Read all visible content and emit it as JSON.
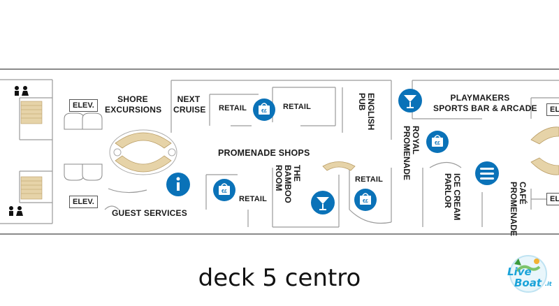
{
  "map": {
    "caption": "deck 5 centro",
    "accent_color": "#0a72b8",
    "labels": {
      "elev_upper": "ELEV.",
      "elev_lower": "ELEV.",
      "elev_right_upper": "EL",
      "elev_right_lower": "EL",
      "shore_excursions_1": "SHORE",
      "shore_excursions_2": "EXCURSIONS",
      "next_cruise_1": "NEXT",
      "next_cruise_2": "CRUISE",
      "retail_1": "RETAIL",
      "retail_2": "RETAIL",
      "retail_3": "RETAIL",
      "retail_4": "RETAIL",
      "english_pub": "ENGLISH PUB",
      "playmakers_1": "PLAYMAKERS",
      "playmakers_2": "SPORTS BAR & ARCADE",
      "promenade_shops": "PROMENADE SHOPS",
      "royal_promenade": "ROYAL PROMENADE",
      "bamboo_room": "THE BAMBOO ROOM",
      "guest_services": "GUEST SERVICES",
      "ice_cream_parlor": "ICE CREAM PARLOR",
      "cafe_promenade": "CAFÉ PROMENADE"
    },
    "icons": [
      "shopping-bag-icon",
      "cocktail-icon",
      "info-icon",
      "dining-icon",
      "restroom-icon",
      "elevator-icon"
    ]
  },
  "logo": {
    "text_live": "Live",
    "text_boat": "Boat",
    "text_suffix": ".it"
  }
}
